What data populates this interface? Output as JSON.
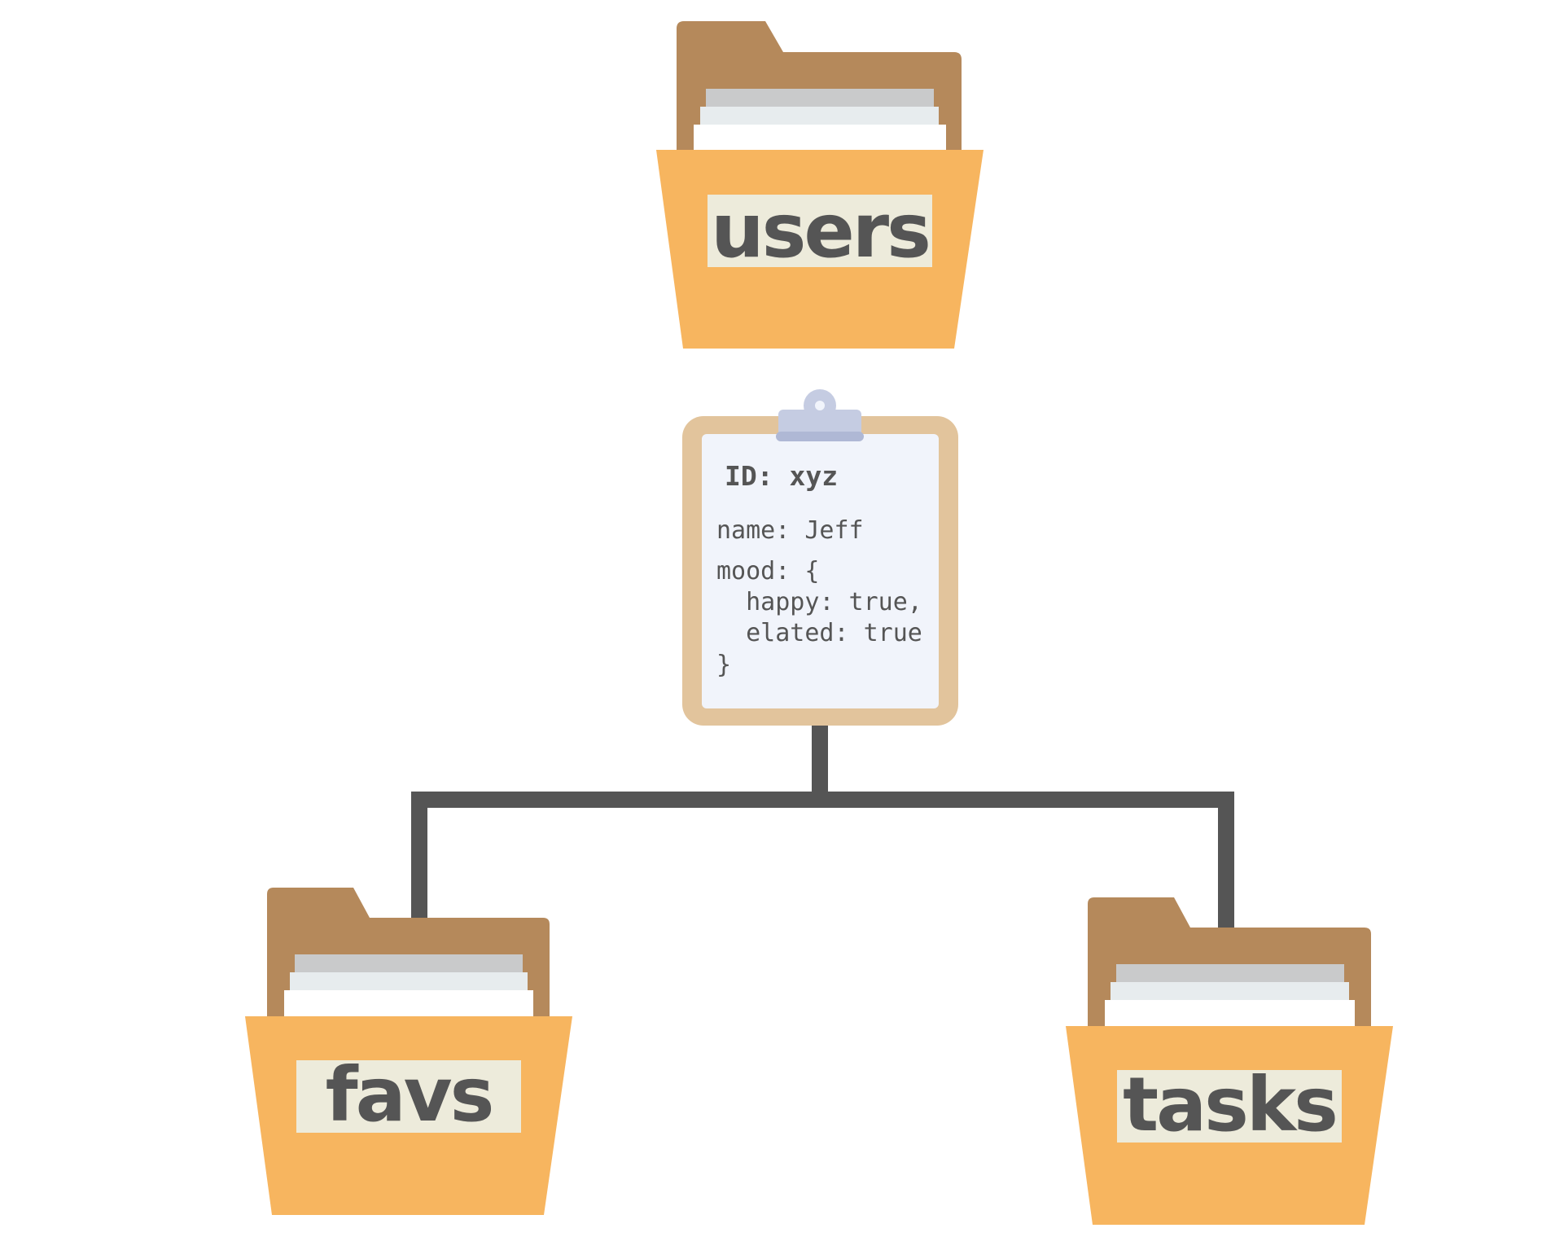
{
  "collections": {
    "root": {
      "label": "users"
    },
    "left": {
      "label": "favs"
    },
    "right": {
      "label": "tasks"
    }
  },
  "document": {
    "id_line": "ID: xyz",
    "lines": [
      "name: Jeff",
      "mood: {",
      "  happy: true,",
      "  elated: true",
      "}"
    ]
  },
  "colors": {
    "folder_back": "#B5895B",
    "folder_front": "#F7B55F",
    "label_bg": "#EDEBDB",
    "text": "#555555",
    "paper_1": "#C9CACB",
    "paper_2": "#E7ECEE",
    "paper_3": "#FFFFFF",
    "clipboard_frame": "#E2C49C",
    "clipboard_paper": "#F1F4FB",
    "clip": "#C5CCE2",
    "clip_base": "#AFB8D5",
    "connector": "#555555"
  }
}
